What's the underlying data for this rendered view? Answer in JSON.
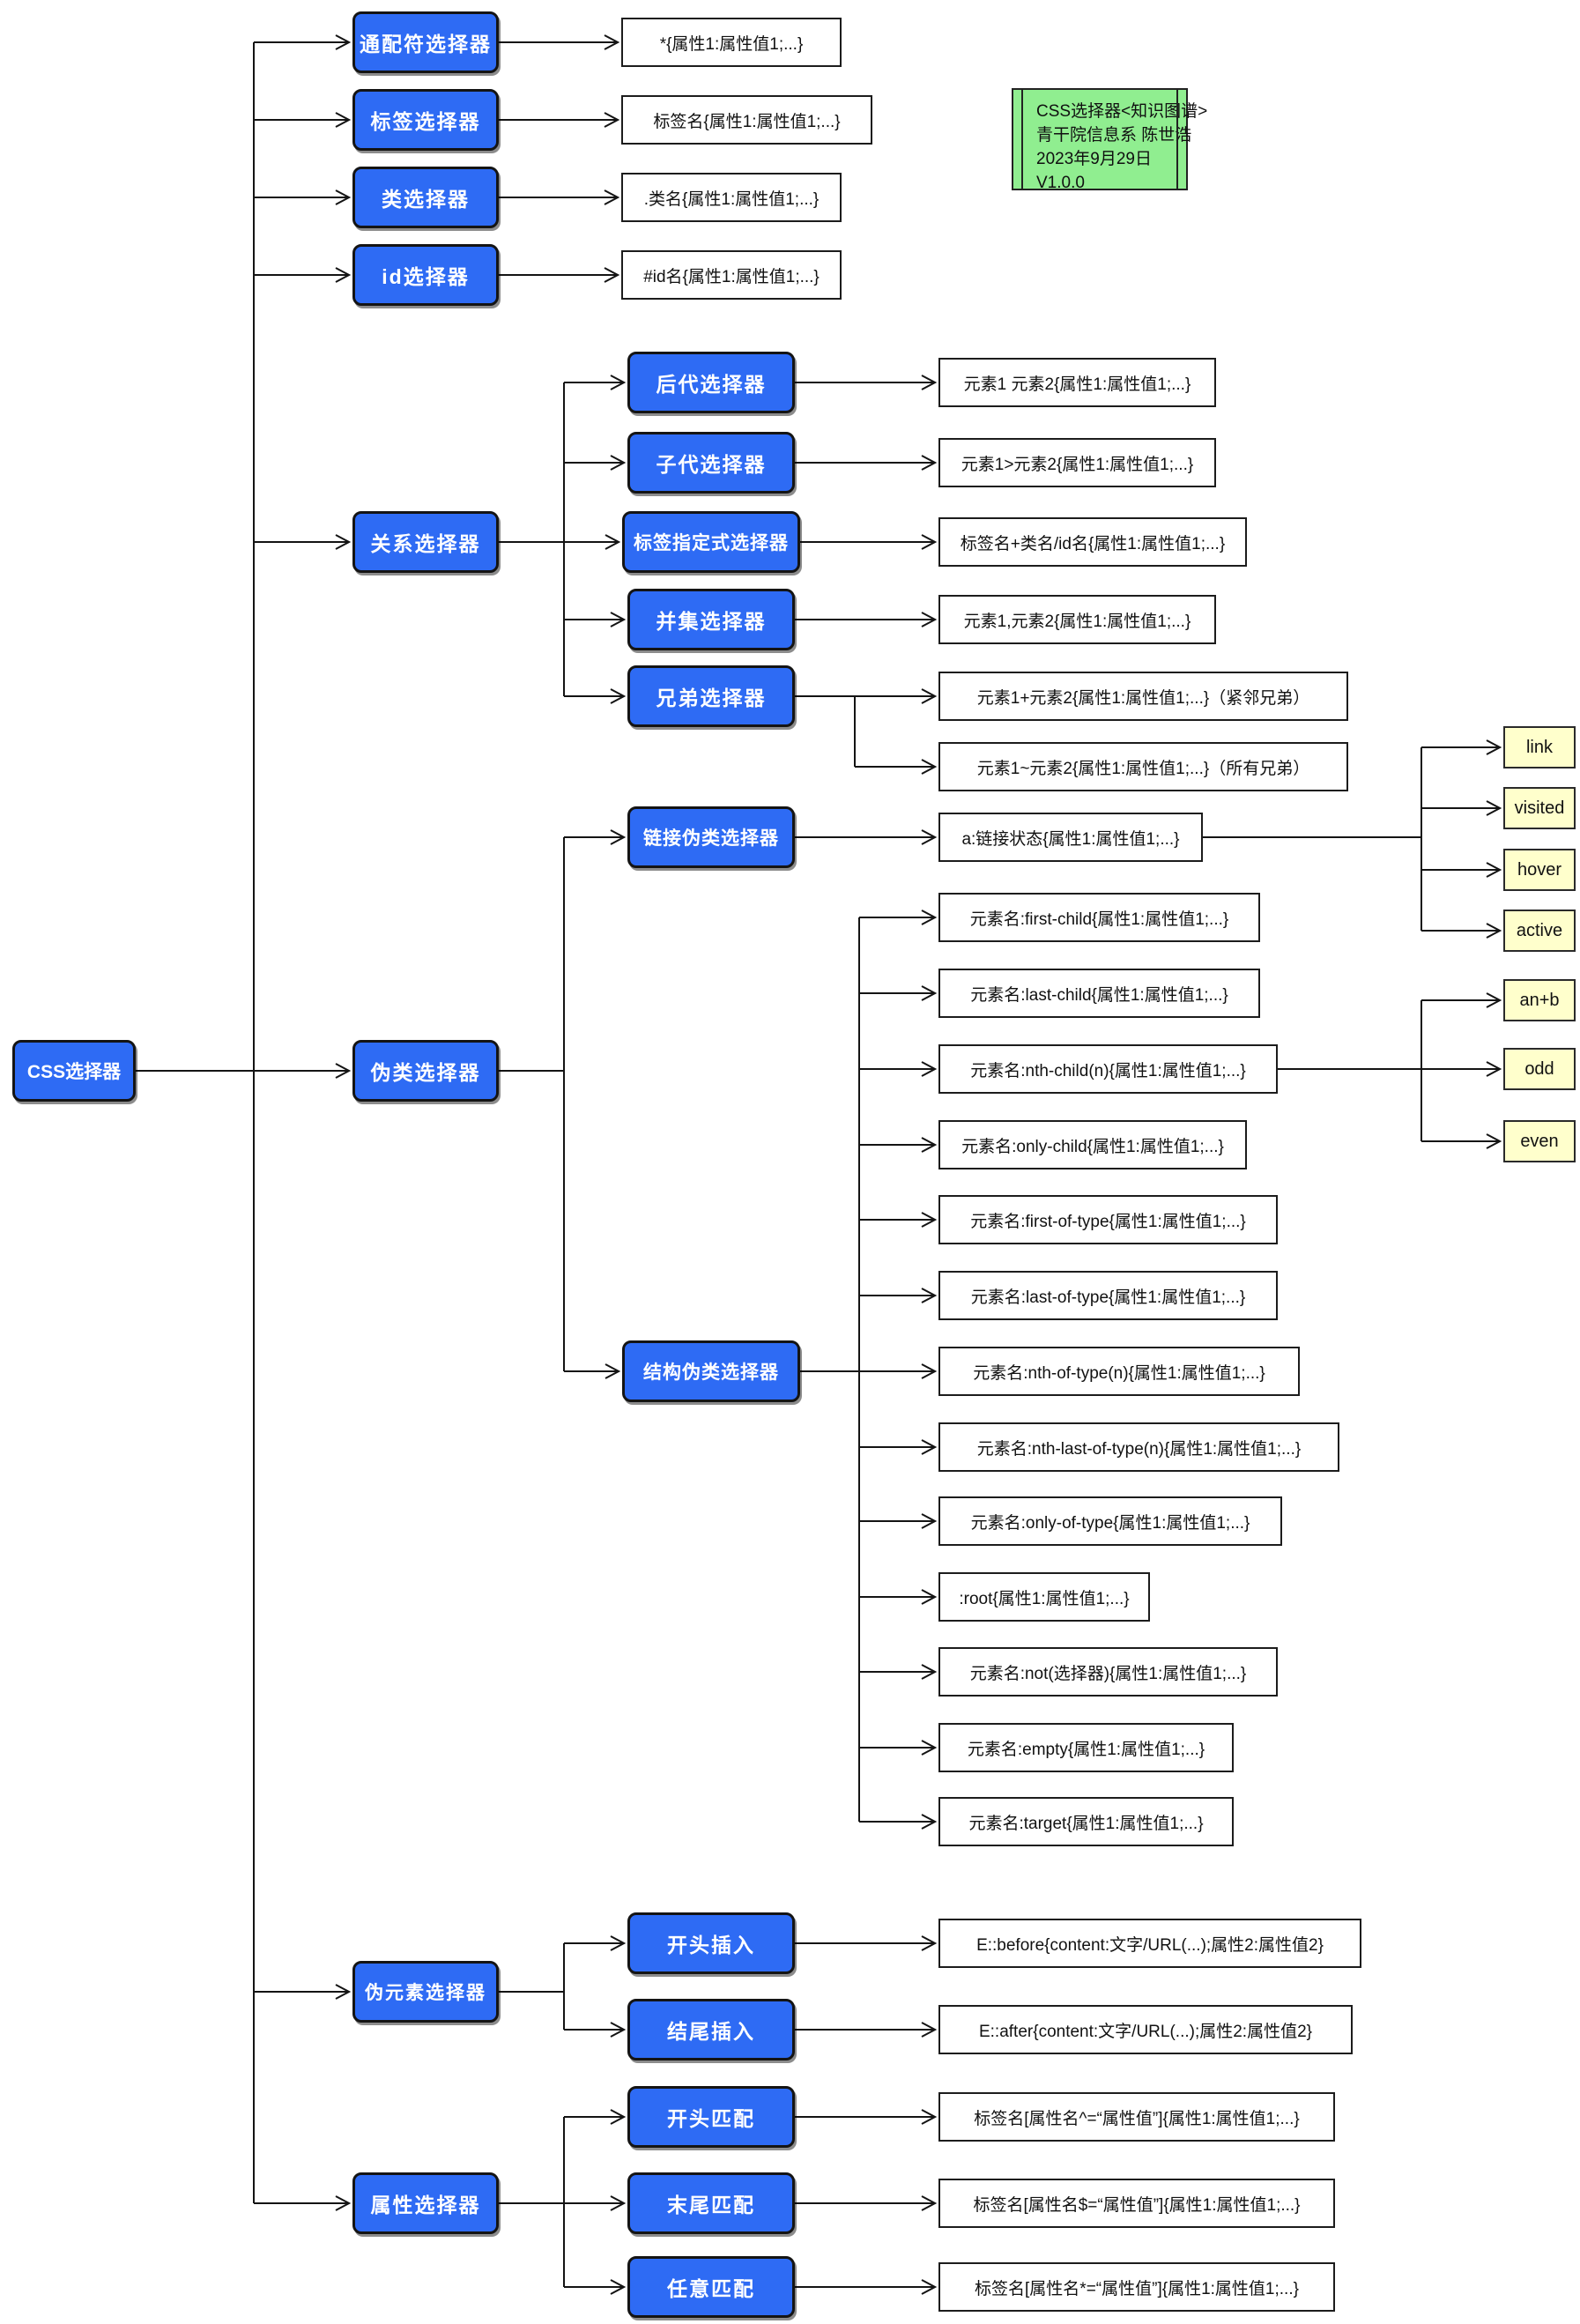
{
  "meta_card": {
    "lines": [
      "CSS选择器<知识图谱>",
      "青干院信息系 陈世浩",
      "2023年9月29日",
      "V1.0.0"
    ]
  },
  "nodes": {
    "root": {
      "label": "CSS选择器"
    },
    "wildcard": {
      "label": "通配符选择器",
      "syntax": "*{属性1:属性值1;...}"
    },
    "tag": {
      "label": "标签选择器",
      "syntax": "标签名{属性1:属性值1;...}"
    },
    "class": {
      "label": "类选择器",
      "syntax": ".类名{属性1:属性值1;...}"
    },
    "id": {
      "label": "id选择器",
      "syntax": "#id名{属性1:属性值1;...}"
    },
    "relation": {
      "label": "关系选择器",
      "children": {
        "descendant": {
          "label": "后代选择器",
          "syntax": "元素1 元素2{属性1:属性值1;...}"
        },
        "child": {
          "label": "子代选择器",
          "syntax": "元素1>元素2{属性1:属性值1;...}"
        },
        "tag_specified": {
          "label": "标签指定式选择器",
          "syntax": "标签名+类名/id名{属性1:属性值1;...}"
        },
        "union": {
          "label": "并集选择器",
          "syntax": "元素1,元素2{属性1:属性值1;...}"
        },
        "sibling": {
          "label": "兄弟选择器",
          "syntax_adjacent": "元素1+元素2{属性1:属性值1;...}（紧邻兄弟）",
          "syntax_general": "元素1~元素2{属性1:属性值1;...}（所有兄弟）"
        }
      }
    },
    "pseudo_class": {
      "label": "伪类选择器",
      "children": {
        "link_pseudo": {
          "label": "链接伪类选择器",
          "syntax": "a:链接状态{属性1:属性值1;...}",
          "states": [
            "link",
            "visited",
            "hover",
            "active"
          ]
        },
        "structural_pseudo": {
          "label": "结构伪类选择器",
          "syntaxes": [
            "元素名:first-child{属性1:属性值1;...}",
            "元素名:last-child{属性1:属性值1;...}",
            "元素名:nth-child(n){属性1:属性值1;...}",
            "元素名:only-child{属性1:属性值1;...}",
            "元素名:first-of-type{属性1:属性值1;...}",
            "元素名:last-of-type{属性1:属性值1;...}",
            "元素名:nth-of-type(n){属性1:属性值1;...}",
            "元素名:nth-last-of-type(n){属性1:属性值1;...}",
            "元素名:only-of-type{属性1:属性值1;...}",
            ":root{属性1:属性值1;...}",
            "元素名:not(选择器){属性1:属性值1;...}",
            "元素名:empty{属性1:属性值1;...}",
            "元素名:target{属性1:属性值1;...}"
          ],
          "nth_child_values": [
            "an+b",
            "odd",
            "even"
          ]
        }
      }
    },
    "pseudo_element": {
      "label": "伪元素选择器",
      "children": {
        "before_insert": {
          "label": "开头插入",
          "syntax": "E::before{content:文字/URL(...);属性2:属性值2}"
        },
        "after_insert": {
          "label": "结尾插入",
          "syntax": "E::after{content:文字/URL(...);属性2:属性值2}"
        }
      }
    },
    "attribute": {
      "label": "属性选择器",
      "children": {
        "starts_with": {
          "label": "开头匹配",
          "syntax": "标签名[属性名^=“属性值”]{属性1:属性值1;...}"
        },
        "ends_with": {
          "label": "末尾匹配",
          "syntax": "标签名[属性名$=“属性值”]{属性1:属性值1;...}"
        },
        "contains": {
          "label": "任意匹配",
          "syntax": "标签名[属性名*=“属性值”]{属性1:属性值1;...}"
        }
      }
    }
  },
  "colors": {
    "node_blue": "#2e6bf4",
    "value_yellow": "#ffffcc",
    "meta_green": "#90ee90",
    "line": "#141414"
  }
}
